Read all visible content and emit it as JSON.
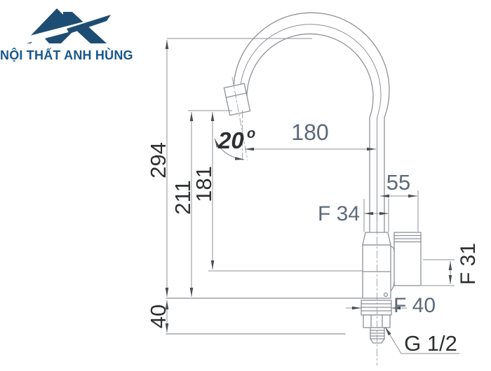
{
  "brand": {
    "name": "NỘI THẤT ANH HÙNG",
    "mark_color": "#1d4d73",
    "text_color": "#17568c"
  },
  "drawing": {
    "line_color": "#8d9196",
    "dim_dark_color": "#2d2f31",
    "dim_blue_color": "#5c6a79",
    "dims": {
      "total_height": "294",
      "spout_height": "211",
      "outlet_height": "181",
      "deck_thickness": "40",
      "reach": "180",
      "angle": "20",
      "angle_unit": "o",
      "handle_offset": "55",
      "body_diameter": "F 34",
      "handle_diameter": "F 31",
      "flange_diameter": "F 40",
      "thread_size": "G 1/2"
    }
  }
}
